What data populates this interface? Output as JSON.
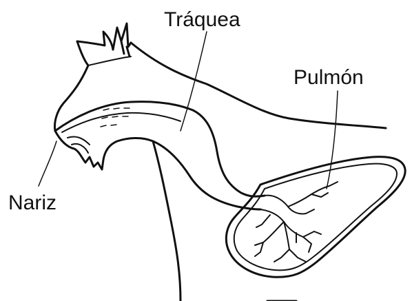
{
  "labels": {
    "traquea": "Tráquea",
    "pulmon": "Pulmón",
    "nariz": "Nariz"
  },
  "colors": {
    "ink": "#111111",
    "background": "#ffffff"
  }
}
